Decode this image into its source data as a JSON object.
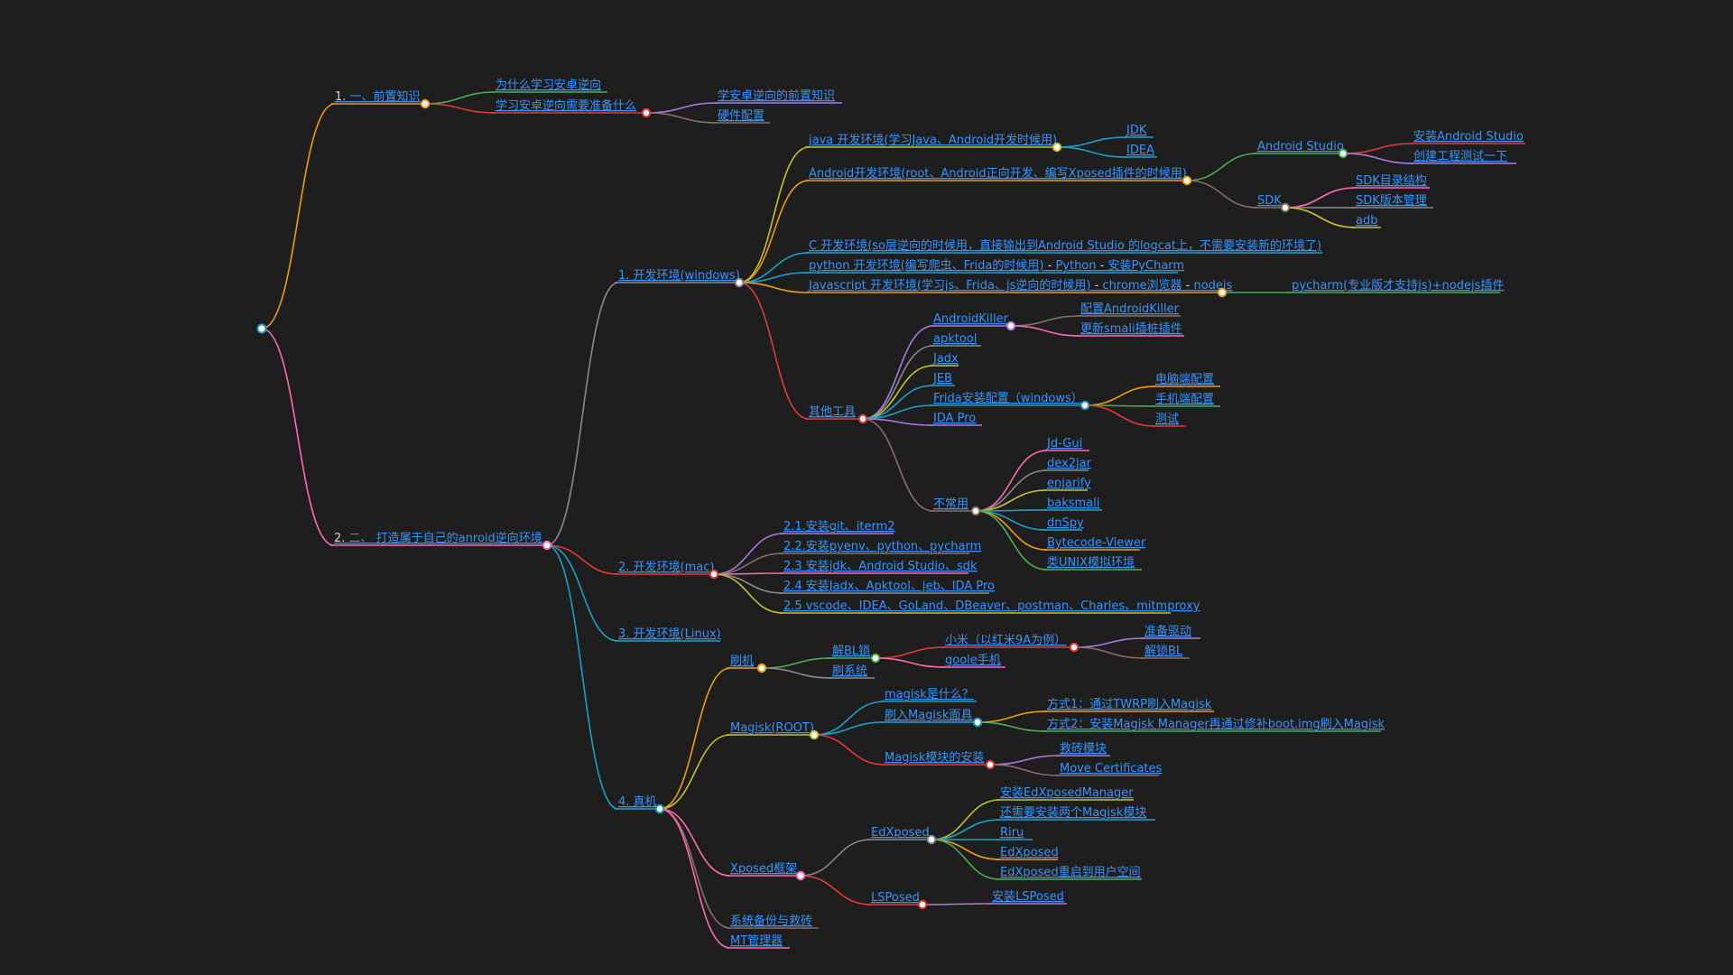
{
  "root": {
    "id": "root",
    "children": [
      {
        "id": "n1",
        "prefix": "1. ",
        "label": "一、前置知识",
        "children": [
          {
            "id": "n1a",
            "label": "为什么学习安卓逆向"
          },
          {
            "id": "n1b",
            "label": "学习安卓逆向需要准备什么",
            "children": [
              {
                "id": "n1b1",
                "label": "学安卓逆向的前置知识"
              },
              {
                "id": "n1b2",
                "label": "硬件配置"
              }
            ]
          }
        ]
      },
      {
        "id": "n2",
        "prefix": "2. ",
        "label": "二、 打造属于自己的anroid逆向环境",
        "children": [
          {
            "id": "w",
            "label": "1. 开发环境(windows)",
            "children": [
              {
                "id": "w1",
                "label": "java 开发环境(学习Java、Android开发时候用)",
                "children": [
                  {
                    "id": "w1a",
                    "label": "JDK"
                  },
                  {
                    "id": "w1b",
                    "label": "IDEA"
                  }
                ]
              },
              {
                "id": "w2",
                "label": "Android开发环境(root、Android正向开发、编写Xposed插件的时候用)",
                "children": [
                  {
                    "id": "w2a",
                    "label": "Android Studio",
                    "children": [
                      {
                        "id": "w2a1",
                        "label": "安装Android Studio"
                      },
                      {
                        "id": "w2a2",
                        "label": "创建工程测试一下"
                      }
                    ]
                  },
                  {
                    "id": "w2b",
                    "label": "SDK",
                    "children": [
                      {
                        "id": "w2b1",
                        "label": "SDK目录结构"
                      },
                      {
                        "id": "w2b2",
                        "label": "SDK版本管理"
                      },
                      {
                        "id": "w2b3",
                        "label": "adb"
                      }
                    ]
                  }
                ]
              },
              {
                "id": "w3",
                "label": "C 开发环境(so层逆向的时候用，直接输出到Android Studio 的logcat上，不需要安装新的环境了)"
              },
              {
                "id": "w4",
                "segments": [
                  "python 开发环境(编写爬虫、Frida的时候用)",
                  " - ",
                  "Python",
                  " - ",
                  "安装PyCharm"
                ]
              },
              {
                "id": "w5",
                "segments": [
                  "Javascript 开发环境(学习js、Frida、js逆向的时候用)",
                  " - ",
                  "chrome浏览器",
                  " - ",
                  "nodejs"
                ],
                "children": [
                  {
                    "id": "w5a",
                    "label": "pycharm(专业版才支持js)+nodejs插件"
                  }
                ]
              },
              {
                "id": "w6",
                "label": "其他工具",
                "children": [
                  {
                    "id": "w6a",
                    "label": "AndroidKiller",
                    "children": [
                      {
                        "id": "w6a1",
                        "label": "配置AndroidKiller"
                      },
                      {
                        "id": "w6a2",
                        "label": "更新smali插桩插件"
                      }
                    ]
                  },
                  {
                    "id": "w6b",
                    "label": "apktool"
                  },
                  {
                    "id": "w6c",
                    "label": "Jadx"
                  },
                  {
                    "id": "w6d",
                    "label": "JEB"
                  },
                  {
                    "id": "w6e",
                    "label": "Frida安装配置（windows）",
                    "children": [
                      {
                        "id": "w6e1",
                        "label": "电脑端配置"
                      },
                      {
                        "id": "w6e2",
                        "label": "手机端配置"
                      },
                      {
                        "id": "w6e3",
                        "label": "测试"
                      }
                    ]
                  },
                  {
                    "id": "w6f",
                    "label": "IDA Pro"
                  },
                  {
                    "id": "w6g",
                    "label": "不常用",
                    "children": [
                      {
                        "id": "w6g1",
                        "label": "Jd-Gui"
                      },
                      {
                        "id": "w6g2",
                        "label": "dex2jar"
                      },
                      {
                        "id": "w6g3",
                        "label": "enjarify"
                      },
                      {
                        "id": "w6g4",
                        "label": "baksmali"
                      },
                      {
                        "id": "w6g5",
                        "label": "dnSpy"
                      },
                      {
                        "id": "w6g6",
                        "label": "Bytecode-Viewer"
                      },
                      {
                        "id": "w6g7",
                        "label": "类UNIX模拟环境"
                      }
                    ]
                  }
                ]
              }
            ]
          },
          {
            "id": "m",
            "label": "2. 开发环境(mac)",
            "children": [
              {
                "id": "m1",
                "label": "2.1.安装git、iterm2"
              },
              {
                "id": "m2",
                "label": "2.2.安装pyenv、python、pycharm"
              },
              {
                "id": "m3",
                "label": "2.3 安装jdk、Android Studio、sdk"
              },
              {
                "id": "m4",
                "label": "2.4 安装Jadx、Apktool、jeb、IDA Pro"
              },
              {
                "id": "m5",
                "label": "2.5 vscode、IDEA、GoLand、DBeaver、postman、Charles、mitmproxy"
              }
            ]
          },
          {
            "id": "l",
            "label": "3. 开发环境(Linux)"
          },
          {
            "id": "r",
            "label": "4. 真机",
            "children": [
              {
                "id": "r1",
                "label": "刷机",
                "children": [
                  {
                    "id": "r1a",
                    "label": "解BL锁",
                    "children": [
                      {
                        "id": "r1a1",
                        "label": "小米（以红米9A为例）",
                        "children": [
                          {
                            "id": "r1a1a",
                            "label": "准备驱动"
                          },
                          {
                            "id": "r1a1b",
                            "label": "解锁BL"
                          }
                        ]
                      },
                      {
                        "id": "r1a2",
                        "label": "goole手机"
                      }
                    ]
                  },
                  {
                    "id": "r1b",
                    "label": "刷系统"
                  }
                ]
              },
              {
                "id": "r2",
                "label": "Magisk(ROOT)",
                "children": [
                  {
                    "id": "r2a",
                    "label": "magisk是什么？"
                  },
                  {
                    "id": "r2b",
                    "label": "刷入Magisk面具",
                    "children": [
                      {
                        "id": "r2b1",
                        "label": "方式1：通过TWRP刷入Magisk"
                      },
                      {
                        "id": "r2b2",
                        "label": "方式2：安装Magisk Manager再通过修补boot.img刷入Magisk"
                      }
                    ]
                  },
                  {
                    "id": "r2c",
                    "label": "Magisk模块的安装",
                    "children": [
                      {
                        "id": "r2c1",
                        "label": "救砖模块"
                      },
                      {
                        "id": "r2c2",
                        "label": "Move Certificates"
                      }
                    ]
                  }
                ]
              },
              {
                "id": "r3",
                "label": "Xposed框架",
                "children": [
                  {
                    "id": "r3a",
                    "label": "EdXposed",
                    "children": [
                      {
                        "id": "r3a1",
                        "label": "安装EdXposedManager"
                      },
                      {
                        "id": "r3a2",
                        "label": "还需要安装两个Magisk模块"
                      },
                      {
                        "id": "r3a3",
                        "label": "Riru"
                      },
                      {
                        "id": "r3a4",
                        "label": "EdXposed"
                      },
                      {
                        "id": "r3a5",
                        "label": "EdXposed重启到用户空间"
                      }
                    ]
                  },
                  {
                    "id": "r3b",
                    "label": "LSPosed",
                    "children": [
                      {
                        "id": "r3b1",
                        "label": "安装LSPosed"
                      }
                    ]
                  }
                ]
              },
              {
                "id": "r4",
                "label": "系统备份与救砖"
              },
              {
                "id": "r5",
                "label": "MT管理器"
              }
            ]
          }
        ]
      }
    ]
  }
}
